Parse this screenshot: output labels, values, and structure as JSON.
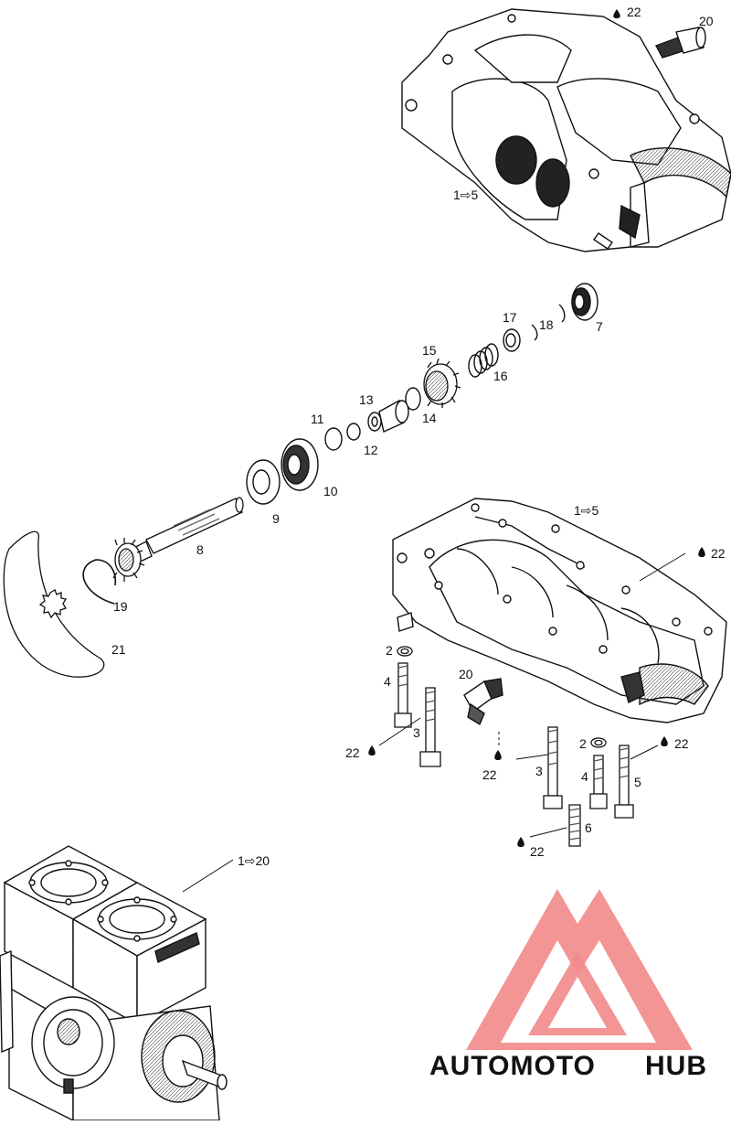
{
  "callouts": {
    "c22_top": "22",
    "c20_top": "20",
    "c1to5_top": "1⇨5",
    "c7": "7",
    "c18": "18",
    "c17": "17",
    "c15": "15",
    "c16": "16",
    "c13": "13",
    "c14": "14",
    "c11": "11",
    "c12": "12",
    "c10": "10",
    "c9": "9",
    "c8": "8",
    "c19": "19",
    "c21": "21",
    "c1to5_mid": "1⇨5",
    "c22_right": "22",
    "c2_left": "2",
    "c4_left": "4",
    "c20_mid": "20",
    "c3_left": "3",
    "c22_left": "22",
    "c22_mid": "22",
    "c3_mid": "3",
    "c2_right": "2",
    "c4_right": "4",
    "c22_r2": "22",
    "c5": "5",
    "c6": "6",
    "c22_bottom": "22",
    "c1to20": "1⇨20"
  },
  "watermark": {
    "part1": "AUTOMOTO",
    "part2": "HUB",
    "color_accent": "#f4b183",
    "color_main": "#f28a8a",
    "color_dark": "#999999"
  }
}
